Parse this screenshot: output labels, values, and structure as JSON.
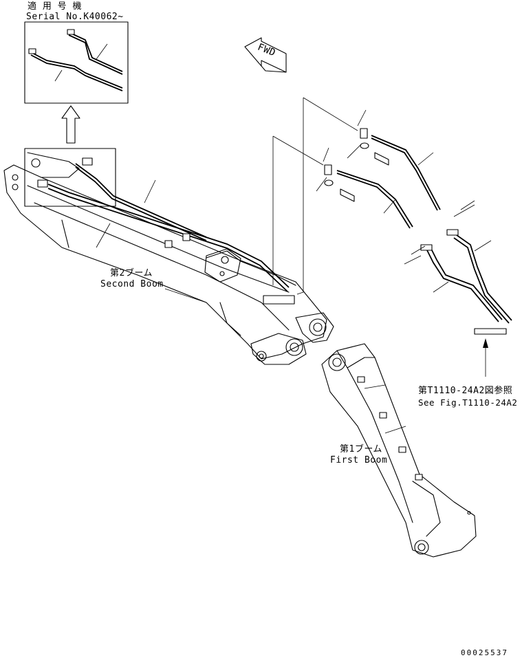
{
  "inset": {
    "applicability_label": "適 用 号 機",
    "serial_label": "Serial No.K40062~"
  },
  "fwd_marker": {
    "text": "FWD"
  },
  "second_boom": {
    "jp": "第2ブーム",
    "en": "Second Boom"
  },
  "first_boom": {
    "jp": "第1ブーム",
    "en": "First Boom"
  },
  "reference": {
    "jp": "第T1110-24A2図参照",
    "en": "See Fig.T1110-24A2"
  },
  "drawing_number": "00025537"
}
